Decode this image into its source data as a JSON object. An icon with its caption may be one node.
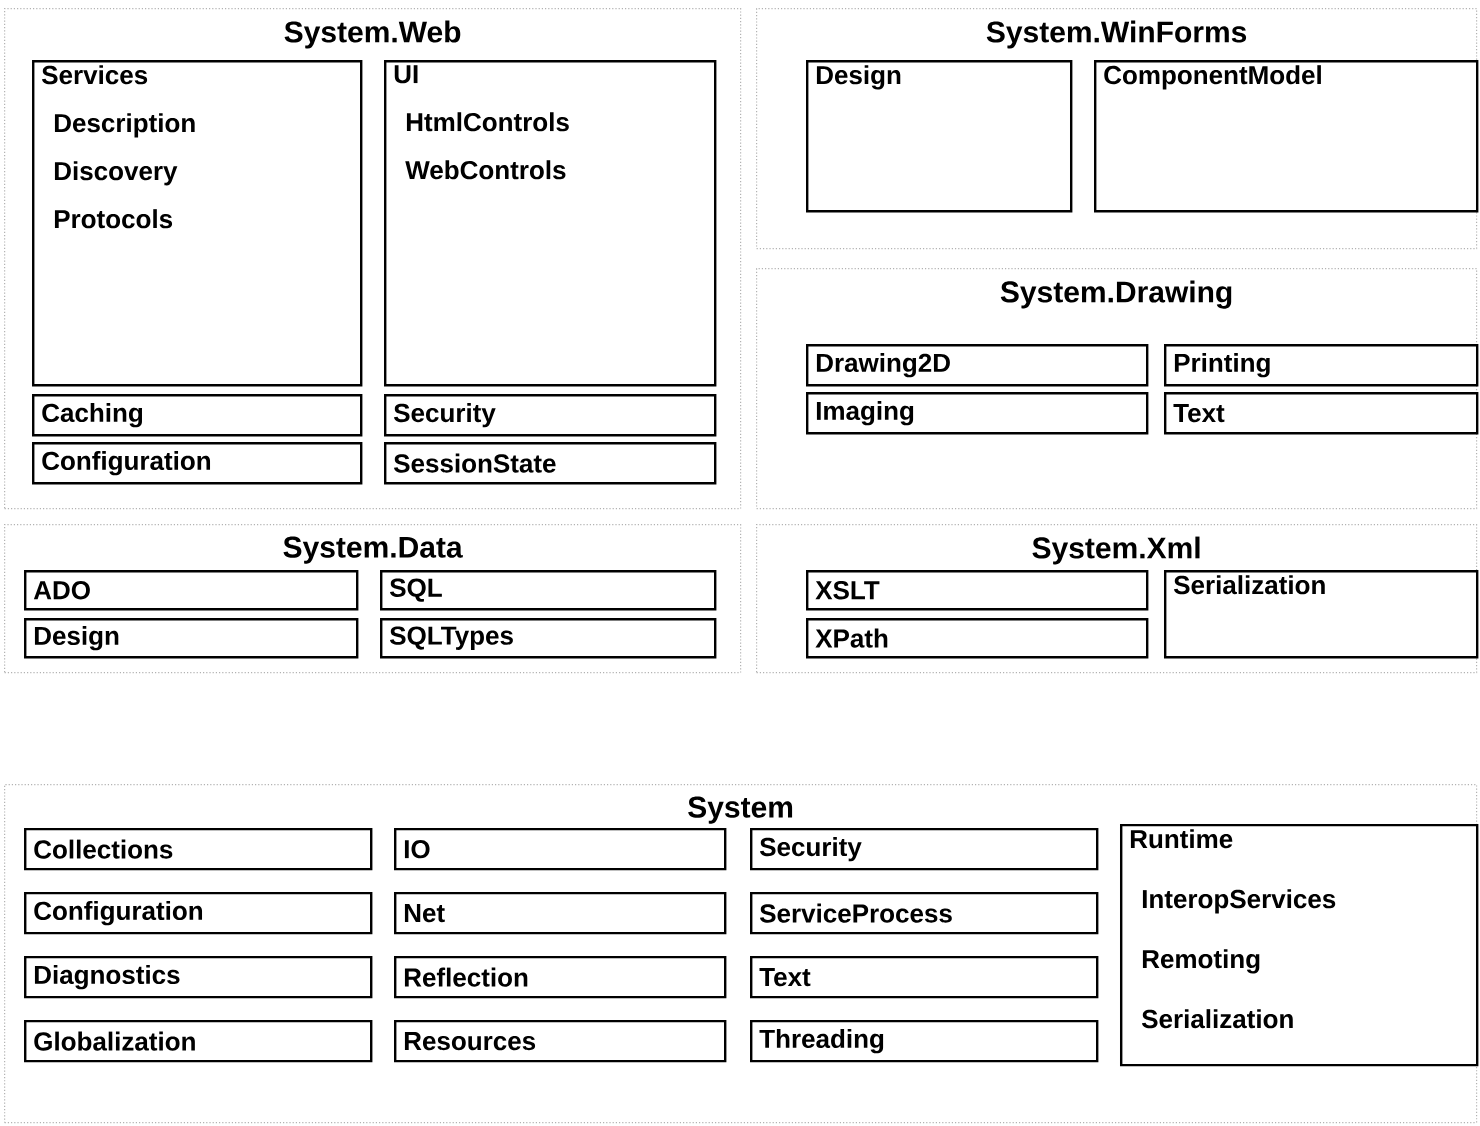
{
  "diagram": {
    "nodes": [
      {
        "text": [
          "System.Web"
        ]
      },
      {
        "text": [
          "Services",
          "Description",
          "Discovery",
          "Protocols"
        ],
        "in": 0
      },
      {
        "text": [
          "UI",
          "HtmlControls",
          "WebControls"
        ],
        "in": 0
      },
      {
        "text": [
          "Caching"
        ],
        "in": 0
      },
      {
        "text": [
          "Security"
        ],
        "in": 0
      },
      {
        "text": [
          "Configuration"
        ],
        "in": 0
      },
      {
        "text": [
          "SessionState"
        ],
        "in": 0
      },
      {
        "text": [
          "System.WinForms"
        ]
      },
      {
        "text": [
          "Design"
        ],
        "in": 7
      },
      {
        "text": [
          "ComponentModel"
        ],
        "in": 7
      },
      {
        "text": [
          "System.Drawing"
        ]
      },
      {
        "text": [
          "Drawing2D"
        ],
        "in": 10
      },
      {
        "text": [
          "Printing"
        ],
        "in": 10
      },
      {
        "text": [
          "Imaging"
        ],
        "in": 10
      },
      {
        "text": [
          "Text"
        ],
        "in": 10
      },
      {
        "text": [
          "System.Data"
        ]
      },
      {
        "text": [
          "ADO"
        ],
        "in": 15
      },
      {
        "text": [
          "SQL"
        ],
        "in": 15
      },
      {
        "text": [
          "Design"
        ],
        "in": 15
      },
      {
        "text": [
          "SQLTypes"
        ],
        "in": 15
      },
      {
        "text": [
          "System.Xml"
        ]
      },
      {
        "text": [
          "XSLT"
        ],
        "in": 20
      },
      {
        "text": [
          "Serialization"
        ],
        "in": 20
      },
      {
        "text": [
          "XPath"
        ],
        "in": 20
      },
      {
        "text": [
          "System"
        ]
      },
      {
        "text": [
          "Collections"
        ],
        "in": 24
      },
      {
        "text": [
          "IO"
        ],
        "in": 24
      },
      {
        "text": [
          "Security"
        ],
        "in": 24
      },
      {
        "text": [
          "Runtime",
          "InteropServices",
          "Remoting",
          "Serialization"
        ],
        "in": 24
      },
      {
        "text": [
          "Configuration"
        ],
        "in": 24
      },
      {
        "text": [
          "Net"
        ],
        "in": 24
      },
      {
        "text": [
          "ServiceProcess"
        ],
        "in": 24
      },
      {
        "text": [
          "Diagnostics"
        ],
        "in": 24
      },
      {
        "text": [
          "Reflection"
        ],
        "in": 24
      },
      {
        "text": [
          "Text"
        ],
        "in": 24
      },
      {
        "text": [
          "Globalization"
        ],
        "in": 24
      },
      {
        "text": [
          "Resources"
        ],
        "in": 24
      },
      {
        "text": [
          "Threading"
        ],
        "in": 24
      }
    ]
  }
}
